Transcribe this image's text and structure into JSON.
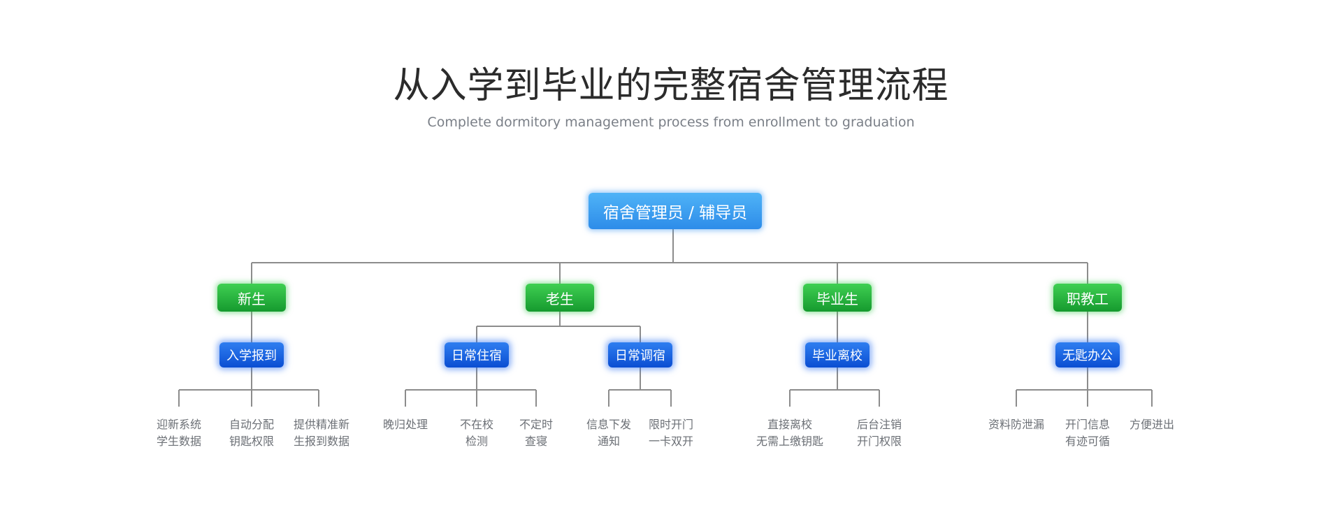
{
  "title": "从入学到毕业的完整宿舍管理流程",
  "subtitle": "Complete dormitory management process from enrollment to graduation",
  "root": "宿舍管理员 / 辅导员",
  "categories": [
    "新生",
    "老生",
    "毕业生",
    "职教工"
  ],
  "processes": [
    "入学报到",
    "日常住宿",
    "日常调宿",
    "毕业离校",
    "无匙办公"
  ],
  "leaves": [
    [
      "迎新系统",
      "学生数据"
    ],
    [
      "自动分配",
      "钥匙权限"
    ],
    [
      "提供精准新",
      "生报到数据"
    ],
    [
      "晚归处理",
      ""
    ],
    [
      "不在校",
      "检测"
    ],
    [
      "不定时",
      "查寝"
    ],
    [
      "信息下发",
      "通知"
    ],
    [
      "限时开门",
      "一卡双开"
    ],
    [
      "直接离校",
      "无需上缴钥匙"
    ],
    [
      "后台注销",
      "开门权限"
    ],
    [
      "资料防泄漏",
      ""
    ],
    [
      "开门信息",
      "有迹可循"
    ],
    [
      "方便进出",
      ""
    ]
  ],
  "colors": {
    "root": "#3a9cf0",
    "category": "#22b23a",
    "process": "#1a5fe0",
    "connector": "#8c8c8c",
    "leaf_text": "#6b6f75"
  }
}
